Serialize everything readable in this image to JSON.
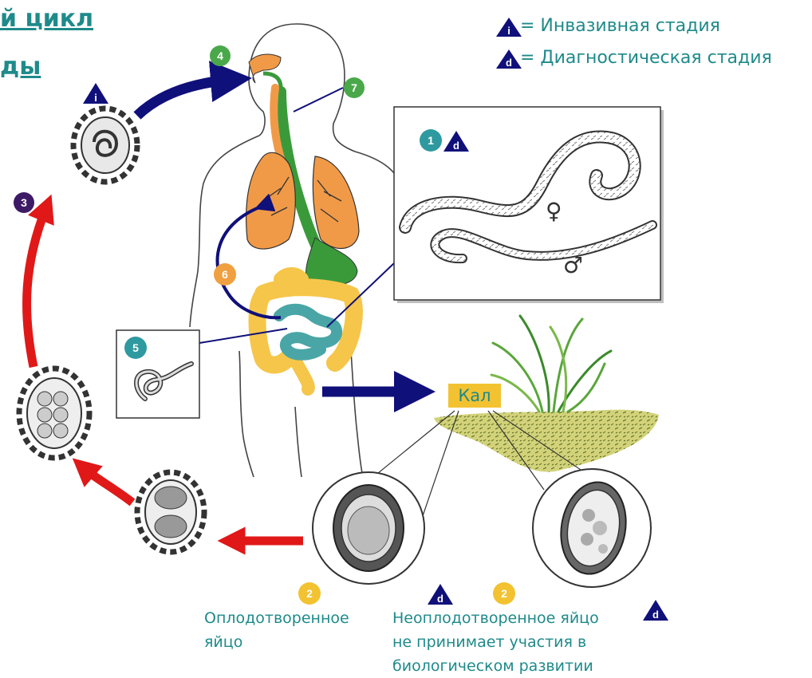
{
  "title": {
    "line1": "й цикл",
    "line2": "ды"
  },
  "legend": [
    {
      "symbol": "i",
      "text": "= Инвазивная стадия"
    },
    {
      "symbol": "d",
      "text": "= Диагностическая стадия"
    }
  ],
  "steps": {
    "s1": "1",
    "s2": "2",
    "s2b": "2",
    "s3": "3",
    "s4": "4",
    "s5": "5",
    "s6": "6",
    "s7": "7"
  },
  "stage_symbols": {
    "invasive": "i",
    "diagnostic": "d"
  },
  "feces_label": "Кал",
  "sex_symbols": {
    "female": "♀",
    "male": "♂"
  },
  "captions": {
    "fertilized_line1": "Оплодотворенное",
    "fertilized_line2": "яйцо",
    "unfertilized_line1": "Неоплодотворенное яйцо",
    "unfertilized_line2": "не принимает участия в",
    "unfertilized_line3": "биологическом развитии"
  },
  "colors": {
    "teal_text": "#1f8a8a",
    "green_badge": "#4aa84a",
    "teal_badge": "#2e9aa0",
    "purple_badge": "#3e1a66",
    "orange_badge": "#f0a040",
    "yellow_badge": "#f2c231",
    "navy": "#10107a",
    "red_arrow": "#e01818",
    "lungs": "#f09a48",
    "digestive": "#3a9a3a",
    "colon": "#f6c64a",
    "small_intestine": "#4aa6a6",
    "soil": "#c8c860"
  }
}
